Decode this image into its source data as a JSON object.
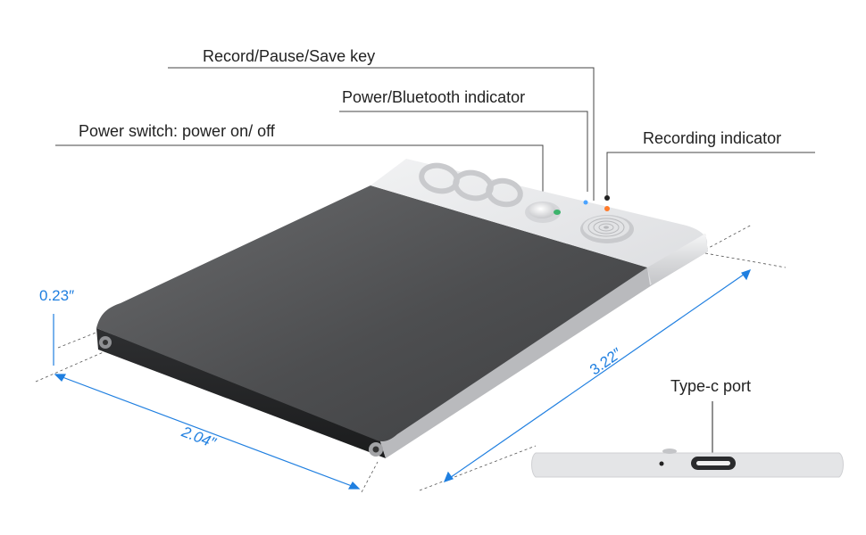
{
  "callouts": {
    "record_key": "Record/Pause/Save key",
    "power_indicator": "Power/Bluetooth indicator",
    "power_switch": "Power switch: power on/ off",
    "recording_indicator": "Recording indicator",
    "type_c_port": "Type-c port"
  },
  "dimensions": {
    "thickness": "0.23″",
    "width": "2.04″",
    "length": "3.22″"
  },
  "device": {
    "logo_icon": "ooo-logo-icon",
    "key_icon": "fingerprint-ring-icon"
  },
  "colors": {
    "dimension_blue": "#1f7fe0",
    "body_dark": "#4a4b4d",
    "panel_light": "#e6e7e9"
  }
}
